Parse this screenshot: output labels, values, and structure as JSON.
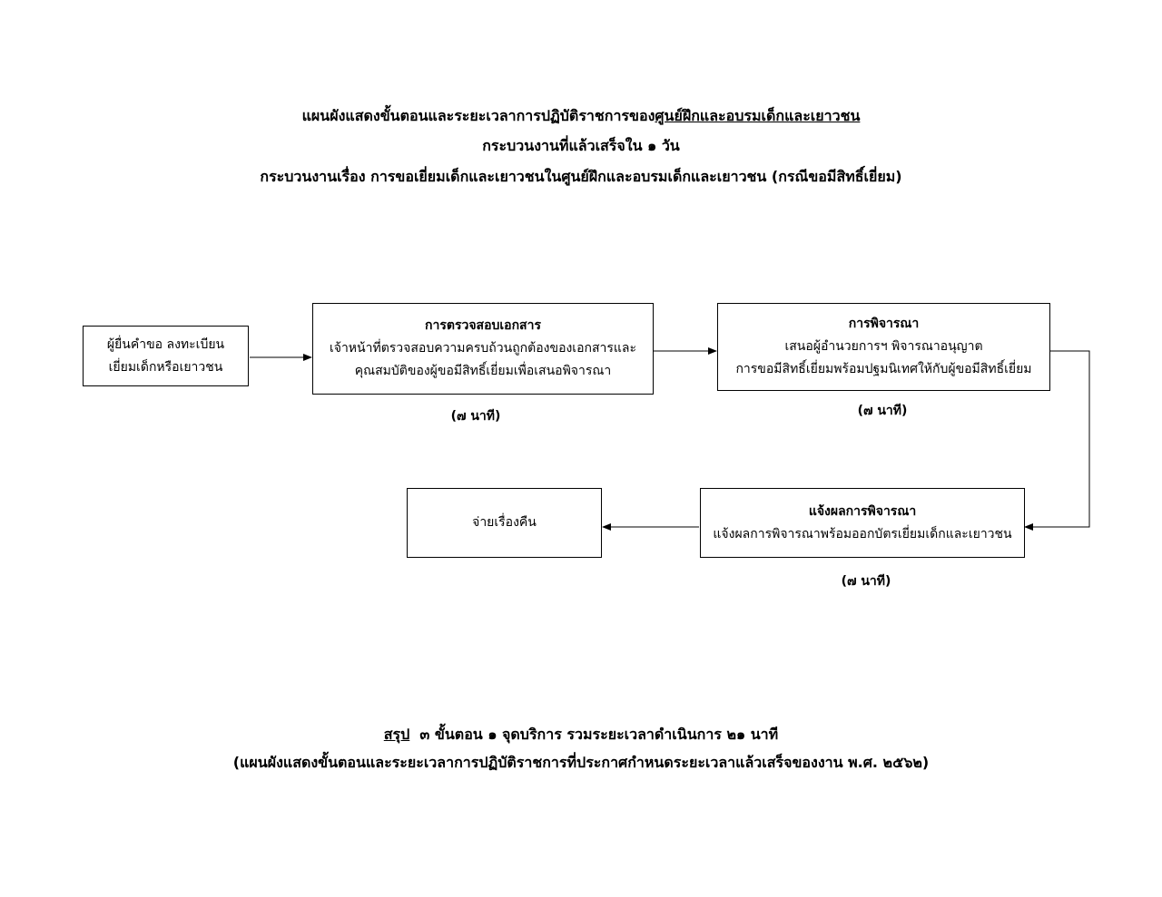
{
  "header": {
    "line1_prefix": "แผนผังแสดงขั้นตอนและระยะเวลาการปฏิบัติราชการของ",
    "line1_agency": "ศูนย์ฝึกและอบรมเด็กและเยาวชน",
    "line2": "กระบวนงานที่แล้วเสร็จใน ๑ วัน",
    "line3": "กระบวนงานเรื่อง การขอเยี่ยมเด็กและเยาวชนในศูนย์ฝึกและอบรมเด็กและเยาวชน (กรณีขอมีสิทธิ์เยี่ยม)"
  },
  "flow": {
    "applicant": {
      "line1": "ผู้ยื่นคำขอ ลงทะเบียน",
      "line2": "เยี่ยมเด็กหรือเยาวชน"
    },
    "step1": {
      "title": "การตรวจสอบเอกสาร",
      "line1": "เจ้าหน้าที่ตรวจสอบความครบถ้วนถูกต้องของเอกสารและ",
      "line2": "คุณสมบัติของผู้ขอมีสิทธิ์เยี่ยมเพื่อเสนอพิจารณา",
      "time": "(๗ นาที)"
    },
    "step2": {
      "title": "การพิจารณา",
      "line1": "เสนอผู้อำนวยการฯ พิจารณาอนุญาต",
      "line2": "การขอมีสิทธิ์เยี่ยมพร้อมปฐมนิเทศให้กับผู้ขอมีสิทธิ์เยี่ยม",
      "time": "(๗ นาที)"
    },
    "step3": {
      "title": "แจ้งผลการพิจารณา",
      "line1": "แจ้งผลการพิจารณาพร้อมออกบัตรเยี่ยมเด็กและเยาวชน",
      "time": "(๗ นาที)"
    },
    "finish": {
      "label": "จ่ายเรื่องคืน"
    }
  },
  "footer": {
    "summary_label": "สรุป",
    "summary_text": "๓ ขั้นตอน ๑ จุดบริการ รวมระยะเวลาดำเนินการ ๒๑ นาที",
    "note": "(แผนผังแสดงขั้นตอนและระยะเวลาการปฏิบัติราชการที่ประกาศกำหนดระยะเวลาแล้วเสร็จของงาน พ.ศ. ๒๕๖๒)"
  }
}
